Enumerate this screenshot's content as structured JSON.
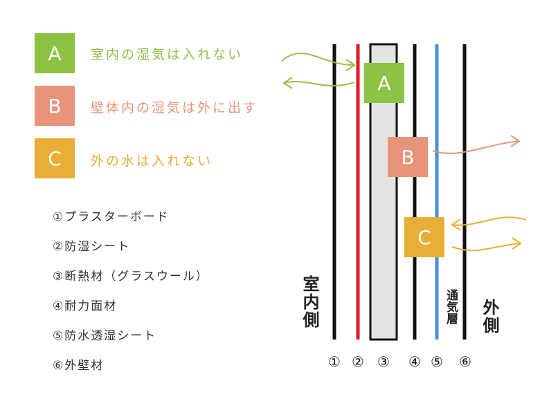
{
  "rules": [
    {
      "key": "A",
      "text": "室内の湿気は入れない",
      "color": "#8dc244"
    },
    {
      "key": "B",
      "text": "壁体内の湿気は外に出す",
      "color": "#e8947a"
    },
    {
      "key": "C",
      "text": "外の水は入れない",
      "color": "#e8ae36"
    }
  ],
  "legend": [
    "①プラスターボード",
    "②防湿シート",
    "③断熱材（グラスウール）",
    "④耐力面材",
    "⑤防水透湿シート",
    "⑥外壁材"
  ],
  "labels": {
    "indoor": "室内側",
    "outdoor": "外側",
    "air_layer": "通気層"
  },
  "layer_numbers": [
    "①",
    "②",
    "③",
    "④",
    "⑤",
    "⑥"
  ],
  "colors": {
    "black_line": "#111111",
    "vapor_barrier": "#e01b24",
    "insulation_fill": "#e3e3e3",
    "breather_membrane": "#4a90d9"
  }
}
